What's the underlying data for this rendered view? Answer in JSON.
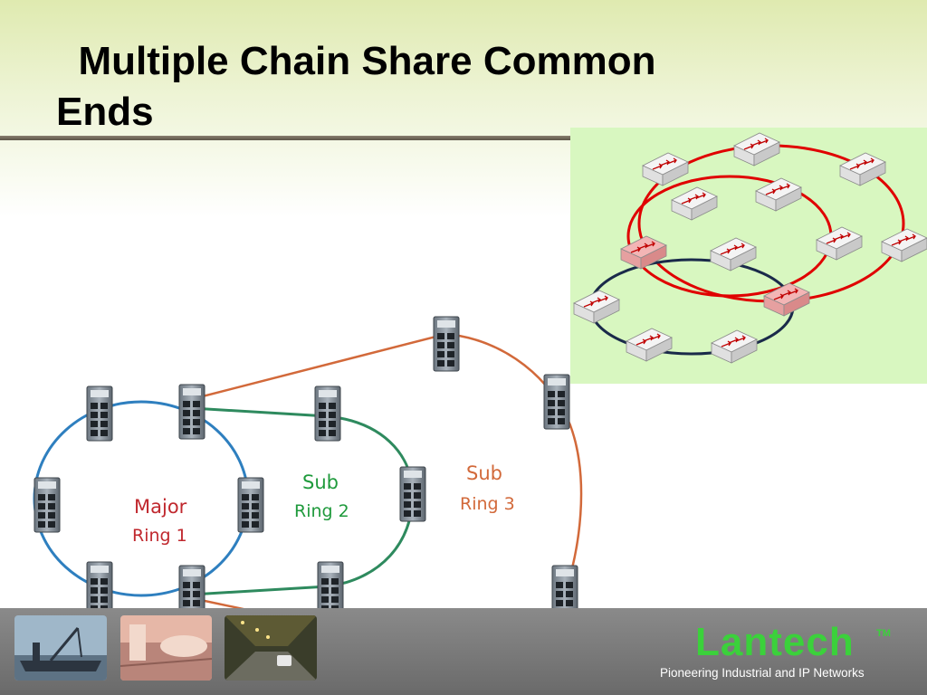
{
  "slide": {
    "title": "  Multiple Chain Share Common\nEnds"
  },
  "diagram": {
    "major_ring_label_1": "Major",
    "major_ring_label_2": "Ring 1",
    "sub_ring2_label_1": "Sub",
    "sub_ring2_label_2": "Ring 2",
    "sub_ring3_label_1": "Sub",
    "sub_ring3_label_2": "Ring 3"
  },
  "footer": {
    "brand": "Lantech",
    "trademark": "TM",
    "tagline": "Pioneering Industrial and IP Networks"
  },
  "colors": {
    "major_ring": "#2e7fbf",
    "sub_ring2": "#2e8a5e",
    "sub_ring3": "#d2693a",
    "inset_red_ring": "#e00000",
    "inset_blue_ring": "#1a2a4a",
    "brand_green": "#3bd13b",
    "major_label": "#c0282e",
    "sub2_label": "#1f9a3c",
    "sub3_label": "#d2693a"
  }
}
